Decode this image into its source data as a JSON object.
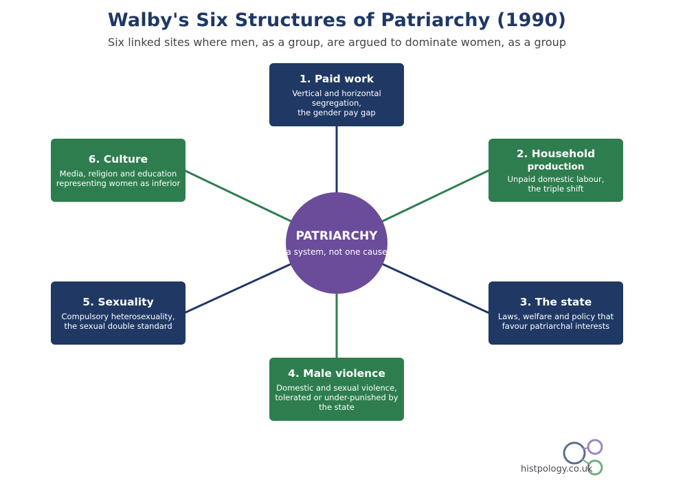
{
  "title": "Walby's Six Structures of Patriarchy (1990)",
  "subtitle": "Six linked sites where men, as a group, are argued to dominate women, as a group",
  "hub": {
    "title": "PATRIARCHY",
    "subtitle": "a system, not one cause"
  },
  "nodes": [
    {
      "title": "1. Paid work",
      "subtitle": "",
      "description": "Vertical and horizontal segregation,\nthe gender pay gap",
      "color": "navy"
    },
    {
      "title": "2. Household",
      "subtitle": "production",
      "description": "Unpaid domestic labour,\nthe triple shift",
      "color": "green"
    },
    {
      "title": "3. The state",
      "subtitle": "",
      "description": "Laws, welfare and policy that\nfavour patriarchal interests",
      "color": "navy"
    },
    {
      "title": "4. Male violence",
      "subtitle": "",
      "description": "Domestic and sexual violence,\ntolerated or under-punished by the state",
      "color": "green"
    },
    {
      "title": "5. Sexuality",
      "subtitle": "",
      "description": "Compulsory heterosexuality,\nthe sexual double standard",
      "color": "navy"
    },
    {
      "title": "6. Culture",
      "subtitle": "",
      "description": "Media, religion and education\nrepresenting women as inferior",
      "color": "green"
    }
  ],
  "colors": {
    "navy": "#1f3864",
    "green": "#2e7d4f",
    "hub": "#6b4c9a",
    "logo_navy": "#5a6e8c",
    "logo_purple": "#9b84c4",
    "logo_green": "#6fae7f"
  },
  "logo": {
    "text": "histpology.co.uk"
  }
}
